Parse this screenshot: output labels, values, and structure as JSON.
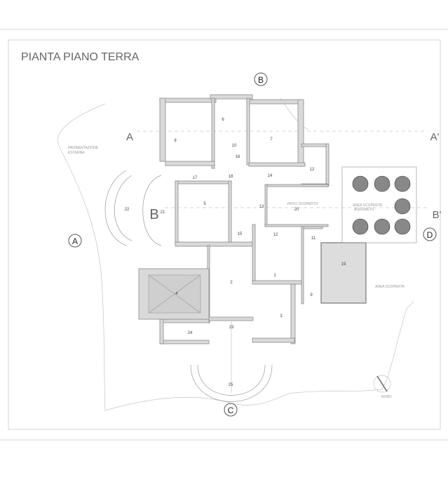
{
  "title": "PIANTA PIANO TERRA",
  "section_markers": {
    "circled": [
      {
        "label": "B"
      },
      {
        "label": "A"
      },
      {
        "label": "D"
      },
      {
        "label": "C"
      }
    ],
    "plain": [
      {
        "label": "A"
      },
      {
        "label": "A'"
      },
      {
        "label": "B"
      },
      {
        "label": "B'"
      }
    ]
  },
  "area_labels": {
    "pavimentazione": [
      "PAVIMENTAZIONE",
      "ESTERNA"
    ],
    "patio": "PATIO SCOPERTO",
    "agrumeto": [
      "AREA SCOPERTA",
      "AGRUMETO"
    ],
    "area_scoperta": "AREA SCOPERTA",
    "nord": "NORD"
  },
  "rooms": [
    "8",
    "6",
    "7",
    "10",
    "16",
    "12",
    "17",
    "18",
    "14",
    "5",
    "21",
    "22",
    "13",
    "20",
    "15",
    "12",
    "11",
    "4",
    "2",
    "1",
    "19",
    "9",
    "3",
    "23",
    "24",
    "25"
  ],
  "colors": {
    "walls": "#d9d9d9",
    "lines": "#8a8a8a",
    "text": "#666666"
  }
}
